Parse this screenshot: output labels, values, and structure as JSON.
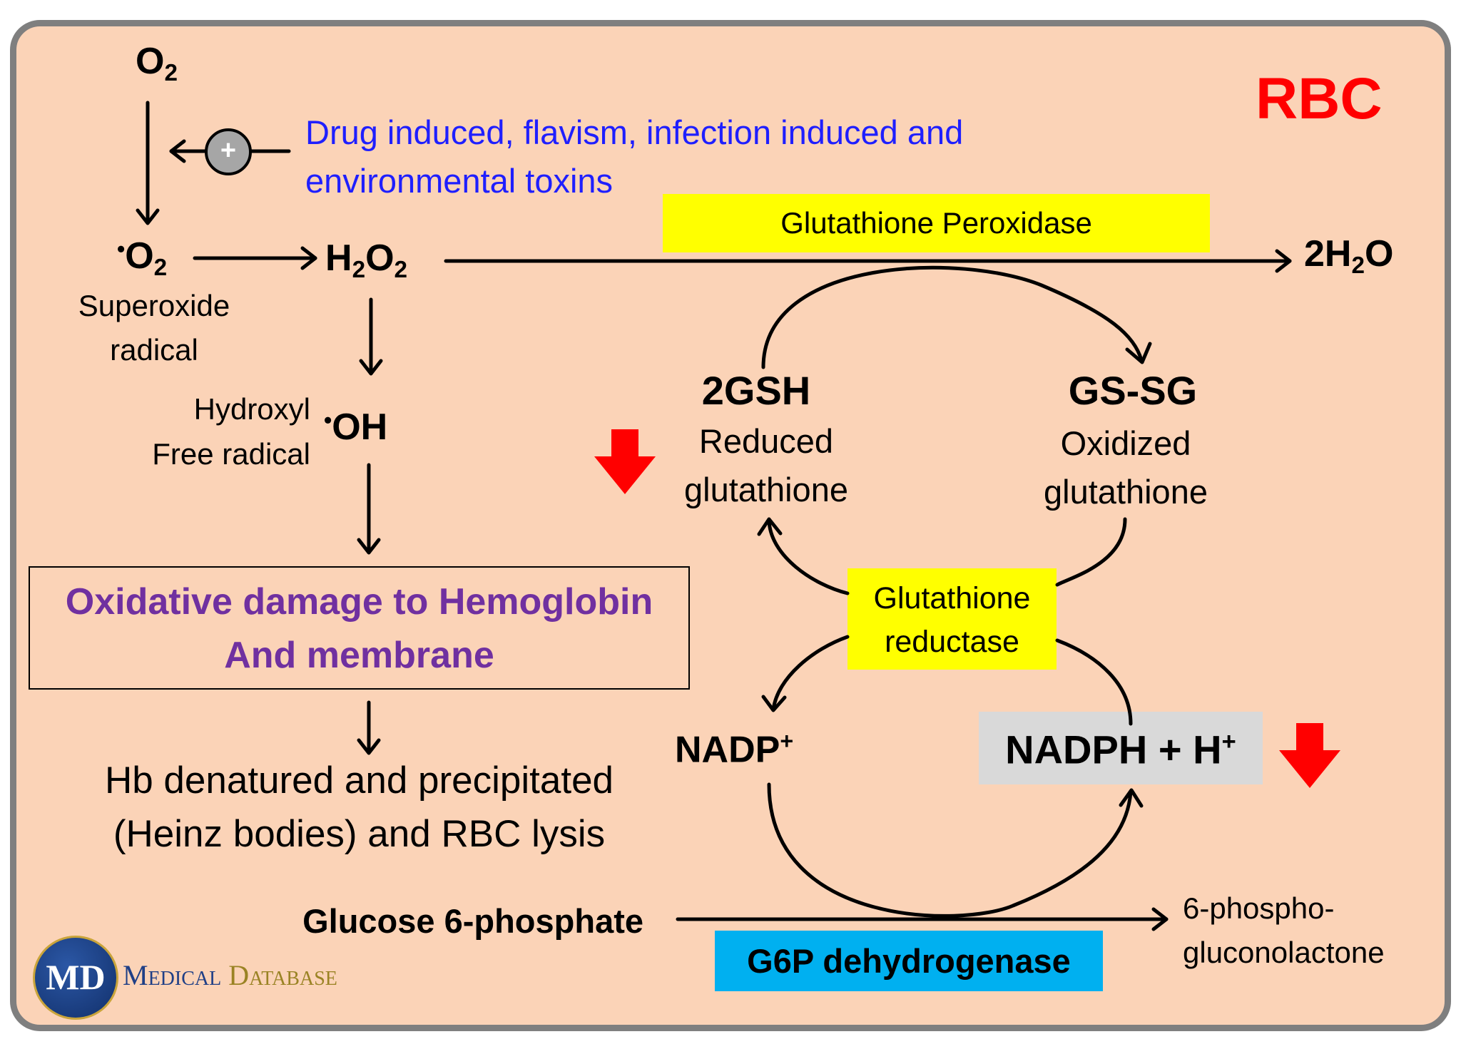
{
  "title": "RBC",
  "trigger": {
    "text_line1": "Drug induced, flavism, infection induced and",
    "text_line2": "environmental toxins",
    "plus_symbol": "+"
  },
  "species": {
    "o2": "O",
    "o2_sub": "2",
    "superoxide_dot": "•",
    "superoxide_o": "O",
    "superoxide_sub": "2",
    "superoxide_label_1": "Superoxide",
    "superoxide_label_2": "radical",
    "h2o2_h": "H",
    "h2o2_sub1": "2",
    "h2o2_o": "O",
    "h2o2_sub2": "2",
    "water_pre": "2H",
    "water_sub": "2",
    "water_post": "O",
    "hydroxyl_label_1": "Hydroxyl",
    "hydroxyl_label_2": "Free radical",
    "hydroxyl_dot": "•",
    "hydroxyl": "OH"
  },
  "damage": {
    "line1": "Oxidative damage to Hemoglobin",
    "line2": "And membrane",
    "color": "#7030a0"
  },
  "outcome": {
    "line1": "Hb denatured and precipitated",
    "line2": "(Heinz bodies) and RBC lysis"
  },
  "enzymes": {
    "glutathione_peroxidase": "Glutathione Peroxidase",
    "glutathione_reductase_1": "Glutathione",
    "glutathione_reductase_2": "reductase",
    "g6pd": "G6P dehydrogenase"
  },
  "glutathione": {
    "reduced": "2GSH",
    "reduced_label_1": "Reduced",
    "reduced_label_2": "glutathione",
    "oxidized": "GS-SG",
    "oxidized_label_1": "Oxidized",
    "oxidized_label_2": "glutathione"
  },
  "cofactors": {
    "nadp": "NADP",
    "nadp_sup": "+",
    "nadph": "NADPH + H",
    "nadph_sup": "+"
  },
  "substrates": {
    "g6p": "Glucose 6-phosphate",
    "product_1": "6-phospho-",
    "product_2": "gluconolactone"
  },
  "logo": {
    "initials": "MD",
    "name_1": "Medical",
    "name_2": "Database"
  },
  "colors": {
    "title": "#ff0000",
    "trigger_text": "#1f1fff",
    "enzyme_yellow": "#ffff00",
    "enzyme_blue": "#00b0f0",
    "nadph_box": "#d9d9d9",
    "decrease_arrow": "#ff0000",
    "background": "#fbd3b7",
    "border": "#7f7f7f"
  },
  "icons": {
    "decrease": "red-down-arrow-icon",
    "stimulate": "plus-circle-icon"
  }
}
